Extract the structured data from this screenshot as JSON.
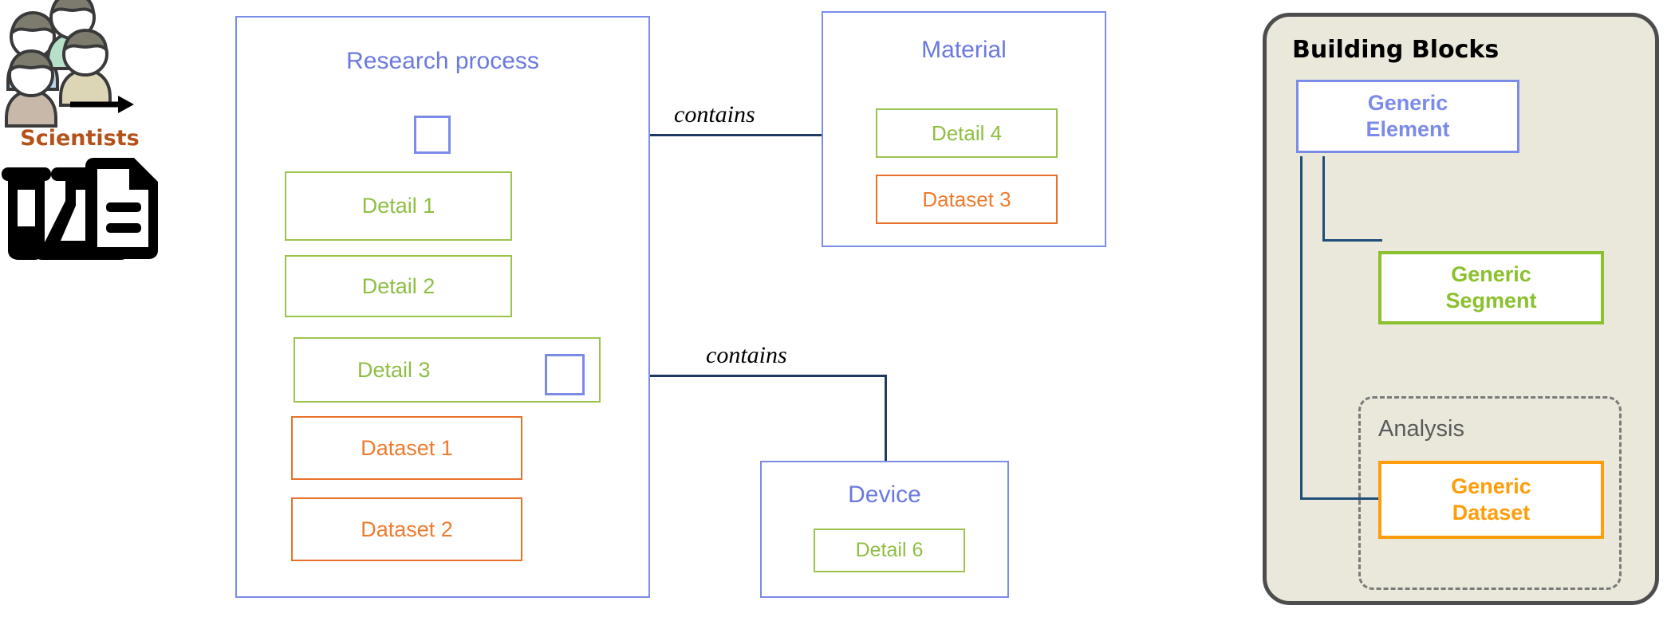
{
  "diagram": {
    "title": "Research process data structure with building blocks legend"
  },
  "scientists": {
    "label": "Scientists",
    "people_icon": "group-of-people-icon",
    "arrow_icon": "right-arrow-icon",
    "lab_icon": "test-tube-flask-document-icon",
    "color": "#B4521A"
  },
  "entities": [
    {
      "key": "research_process",
      "title": "Research process",
      "color": "#6B79E0",
      "children": [
        {
          "key": "detail1",
          "label": "Detail 1",
          "type": "detail"
        },
        {
          "key": "detail2",
          "label": "Detail 2",
          "type": "detail"
        },
        {
          "key": "detail3",
          "label": "Detail 3",
          "type": "detail"
        },
        {
          "key": "dataset1",
          "label": "Dataset 1",
          "type": "dataset"
        },
        {
          "key": "dataset2",
          "label": "Dataset 2",
          "type": "dataset"
        }
      ]
    },
    {
      "key": "material",
      "title": "Material",
      "color": "#6B79E0",
      "children": [
        {
          "key": "detail4",
          "label": "Detail 4",
          "type": "detail"
        },
        {
          "key": "dataset3",
          "label": "Dataset 3",
          "type": "dataset"
        }
      ]
    },
    {
      "key": "device",
      "title": "Device",
      "color": "#6B79E0",
      "children": [
        {
          "key": "detail6",
          "label": "Detail 6",
          "type": "detail"
        }
      ]
    }
  ],
  "connections": [
    {
      "key": "rp_to_material",
      "label": "contains",
      "from": "research-process-handle",
      "to": "material"
    },
    {
      "key": "detail3_to_device",
      "label": "contains",
      "from": "detail3-handle",
      "to": "device"
    }
  ],
  "building_blocks": {
    "title": "Building Blocks",
    "panel_fill": "#EAE8DA",
    "panel_border": "#4D4D4D",
    "items": [
      {
        "key": "generic_element",
        "label": "Generic Element",
        "line1": "Generic",
        "line2": "Element",
        "color": "#7B8BE8"
      },
      {
        "key": "generic_segment",
        "label": "Generic Segment",
        "line1": "Generic",
        "line2": "Segment",
        "color": "#8BC02E"
      },
      {
        "key": "generic_dataset",
        "label": "Generic Dataset",
        "line1": "Generic",
        "line2": "Dataset",
        "color": "#FF9D0A"
      }
    ],
    "group": {
      "key": "analysis_group",
      "label": "Analysis",
      "style": "dashed",
      "color": "#7A7A7A"
    }
  }
}
